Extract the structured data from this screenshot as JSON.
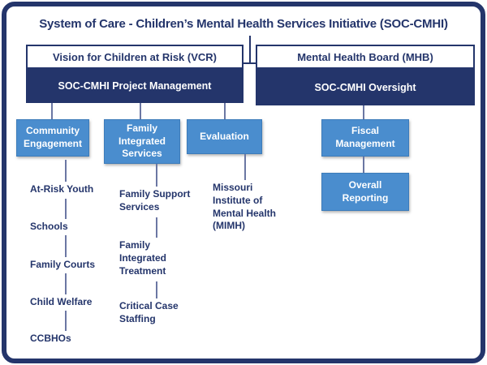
{
  "title": "System of Care - Children’s Mental Health Services Initiative (SOC-CMHI)",
  "colors": {
    "navy": "#24356B",
    "blue": "#4A8DCE",
    "blue_border": "#3D7CBA",
    "connector_line": "#6B77A3"
  },
  "header": {
    "vcr": {
      "name": "Vision for Children at Risk (VCR)",
      "role": "SOC-CMHI Project Management"
    },
    "mhb": {
      "name": "Mental Health Board (MHB)",
      "role": "SOC-CMHI Oversight"
    }
  },
  "columns": {
    "community": {
      "box": "Community Engagement",
      "items": [
        "At-Risk Youth",
        "Schools",
        "Family Courts",
        "Child Welfare",
        "CCBHOs"
      ]
    },
    "family": {
      "box": "Family Integrated Services",
      "items": [
        "Family Support Services",
        "Family Integrated Treatment",
        "Critical Case Staffing"
      ]
    },
    "evaluation": {
      "box": "Evaluation",
      "items": [
        "Missouri Institute of Mental Health (MIMH)"
      ]
    },
    "fiscal": {
      "box": "Fiscal Management",
      "items": [
        "Overall Reporting"
      ]
    }
  }
}
